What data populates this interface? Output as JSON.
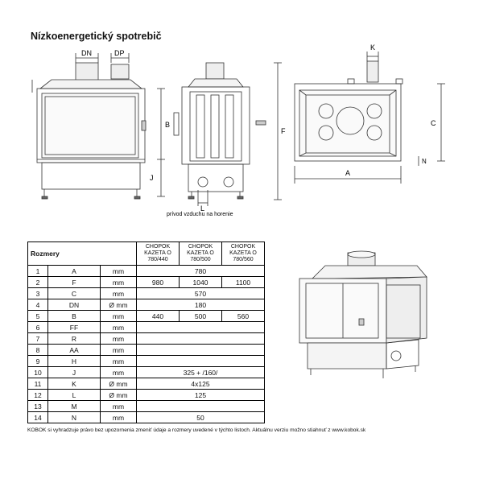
{
  "title": "Nízkoenergetický spotrebič",
  "labels": {
    "dn": "DN",
    "dp": "DP",
    "b": "B",
    "j": "J",
    "f": "F",
    "l": "L",
    "k": "K",
    "c": "C",
    "a": "A",
    "n": "N"
  },
  "caption": "prívod vzduchu na horenie",
  "table": {
    "heading": "Rozmery",
    "columns": [
      "CHOPOK KAZETA O 780/440",
      "CHOPOK KAZETA O 780/500",
      "CHOPOK KAZETA O 780/560"
    ],
    "rows": [
      {
        "n": "1",
        "sym": "A",
        "unit": "mm",
        "merged": "780"
      },
      {
        "n": "2",
        "sym": "F",
        "unit": "mm",
        "values": [
          "980",
          "1040",
          "1100"
        ]
      },
      {
        "n": "3",
        "sym": "C",
        "unit": "mm",
        "merged": "570"
      },
      {
        "n": "4",
        "sym": "DN",
        "unit": "Ø mm",
        "merged": "180"
      },
      {
        "n": "5",
        "sym": "B",
        "unit": "mm",
        "values": [
          "440",
          "500",
          "560"
        ]
      },
      {
        "n": "6",
        "sym": "FF",
        "unit": "mm",
        "merged": ""
      },
      {
        "n": "7",
        "sym": "R",
        "unit": "mm",
        "merged": ""
      },
      {
        "n": "8",
        "sym": "AA",
        "unit": "mm",
        "merged": ""
      },
      {
        "n": "9",
        "sym": "H",
        "unit": "mm",
        "merged": ""
      },
      {
        "n": "10",
        "sym": "J",
        "unit": "mm",
        "merged": "325 + /160/"
      },
      {
        "n": "11",
        "sym": "K",
        "unit": "Ø mm",
        "merged": "4x125"
      },
      {
        "n": "12",
        "sym": "L",
        "unit": "Ø mm",
        "merged": "125"
      },
      {
        "n": "13",
        "sym": "M",
        "unit": "mm",
        "merged": ""
      },
      {
        "n": "14",
        "sym": "N",
        "unit": "mm",
        "merged": "50"
      }
    ]
  },
  "footer": "KOBOK si vyhradzuje právo bez upozornenia zmeniť údaje a rozmery uvedené v týchto listoch. Aktuálnu verziu možno stiahnuť z www.kobok.sk"
}
